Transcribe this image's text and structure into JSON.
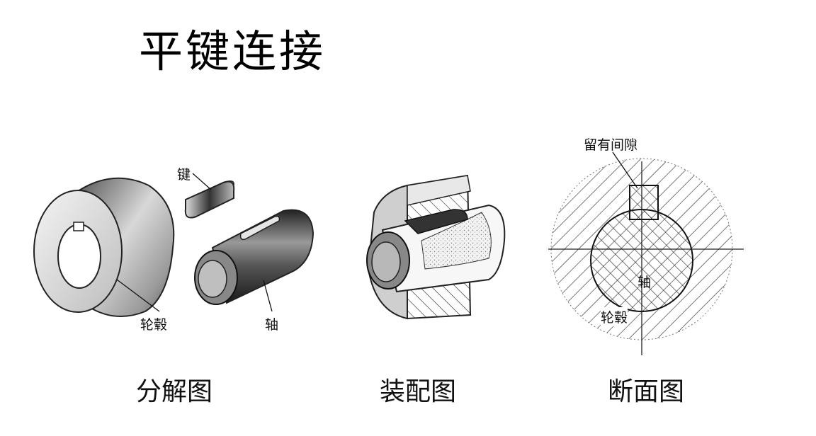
{
  "title": "平键连接",
  "panels": {
    "exploded": {
      "caption": "分解图",
      "labels": {
        "key": "键",
        "hub": "轮毂",
        "shaft": "轴"
      }
    },
    "assembly": {
      "caption": "装配图"
    },
    "section": {
      "caption": "断面图",
      "labels": {
        "clearance": "留有间隙",
        "shaft": "轴",
        "hub": "轮毂"
      }
    }
  }
}
